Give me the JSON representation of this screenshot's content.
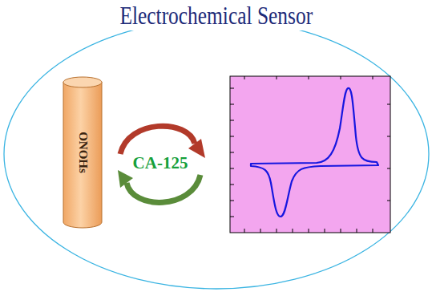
{
  "diagram": {
    "title": "Electrochemical Sensor",
    "nodes": [
      {
        "text": [
          "ONOHs"
        ]
      }
    ],
    "labels": [
      "CA-125"
    ]
  }
}
